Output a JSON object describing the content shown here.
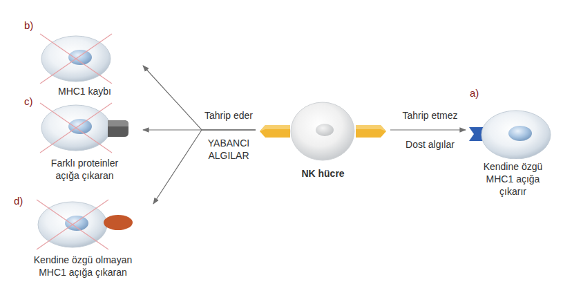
{
  "diagram": {
    "nodes": [
      {
        "text": [
          "MHC1 kaybı"
        ]
      },
      {
        "text": [
          "Farklı proteinler açığa çıkaran"
        ]
      },
      {
        "text": [
          "Kendine özgü olmayan MHC1 açığa çıkaran"
        ]
      },
      {
        "text": [
          "NK hücre"
        ]
      },
      {
        "text": [
          "Kendine özgü MHC1 açığa çıkarır"
        ]
      }
    ],
    "edges": [
      {
        "from": 3,
        "to": 0,
        "arrow": "to"
      },
      {
        "from": 3,
        "to": 1,
        "arrow": "to"
      },
      {
        "from": 3,
        "to": 2,
        "arrow": "to"
      },
      {
        "from": 3,
        "to": 4,
        "arrow": "to"
      }
    ],
    "labels": [
      "b)",
      "c)",
      "d)",
      "a)",
      "Tahrip eder",
      "YABANCI ALGILAR",
      "Tahrip etmez",
      "Dost algılar"
    ]
  }
}
